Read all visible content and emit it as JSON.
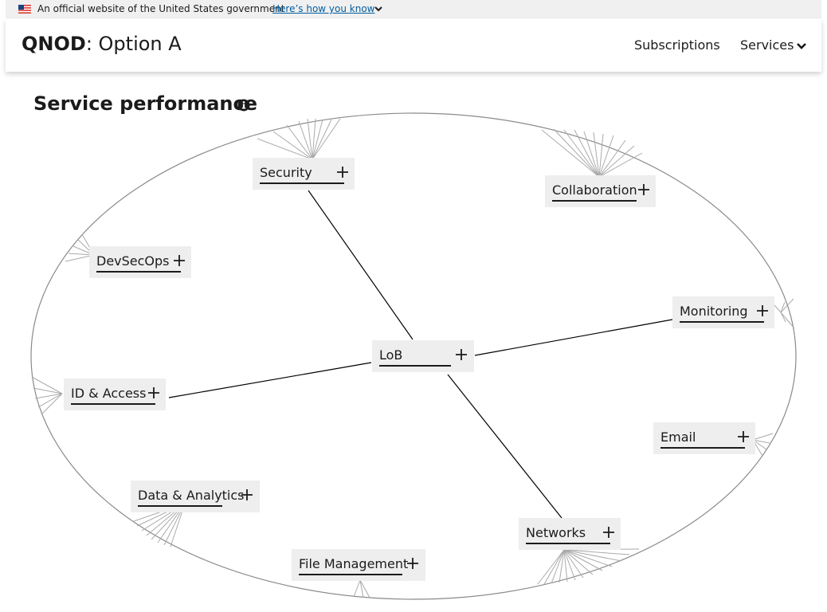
{
  "banner": {
    "text": "An official website of the United States government",
    "link": "Here’s how you know"
  },
  "header": {
    "brand_bold": "QNOD",
    "brand_rest": ": Option A",
    "nav": {
      "subscriptions": "Subscriptions",
      "services": "Services"
    }
  },
  "page": {
    "title": "Service performance"
  },
  "diagram": {
    "center": "LoB",
    "nodes": {
      "security": "Security",
      "collaboration": "Collaboration",
      "devsecops": "DevSecOps",
      "monitoring": "Monitoring",
      "id_access": "ID & Access",
      "email": "Email",
      "data_analytics": "Data & Analytics",
      "networks": "Networks",
      "file_management": "File Management"
    },
    "connected_to_center": [
      "Security",
      "Monitoring",
      "ID & Access",
      "Networks"
    ]
  },
  "icons": {
    "flag": "us-flag-icon",
    "banner_chevron": "chevron-down-icon",
    "services_chevron": "chevron-down-icon",
    "info": "info-icon",
    "expand": "plus-icon"
  },
  "colors": {
    "banner_bg": "#f0f0f0",
    "link": "#005ea2",
    "node_bg": "#eeeeee",
    "ellipse": "#8a8a8a",
    "spokes": "#aaaaaa",
    "edges": "#000000"
  }
}
